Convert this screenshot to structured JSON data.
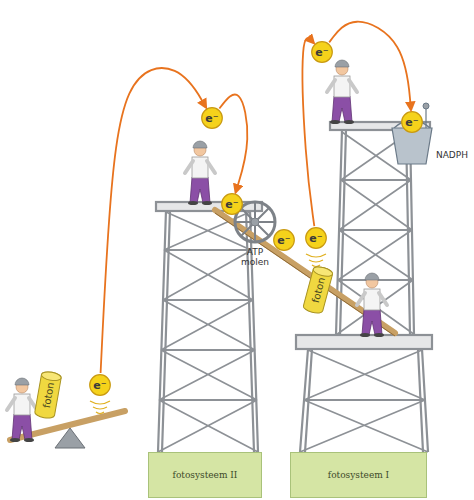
{
  "diagram": {
    "nodes": [
      {
        "text": [
          "e⁻"
        ]
      },
      {
        "text": [
          "e⁻"
        ]
      },
      {
        "text": [
          "e⁻"
        ]
      },
      {
        "text": [
          "e⁻"
        ]
      },
      {
        "text": [
          "e⁻"
        ]
      },
      {
        "text": [
          "e⁻"
        ]
      },
      {
        "text": [
          "foton"
        ]
      },
      {
        "text": [
          "e⁻"
        ]
      },
      {
        "text": [
          "foton"
        ]
      },
      {
        "text": [
          "fotosysteem II"
        ]
      },
      {
        "text": [
          "fotosysteem I"
        ]
      }
    ],
    "edges": [
      {
        "from": 7,
        "to": 2,
        "arrow": "to"
      },
      {
        "from": 2,
        "to": 3,
        "arrow": "to"
      },
      {
        "from": 5,
        "to": 0,
        "arrow": "to"
      },
      {
        "from": 0,
        "to": 1,
        "arrow": "to"
      }
    ],
    "labels": [
      "ATP molen",
      "NADPH"
    ]
  }
}
